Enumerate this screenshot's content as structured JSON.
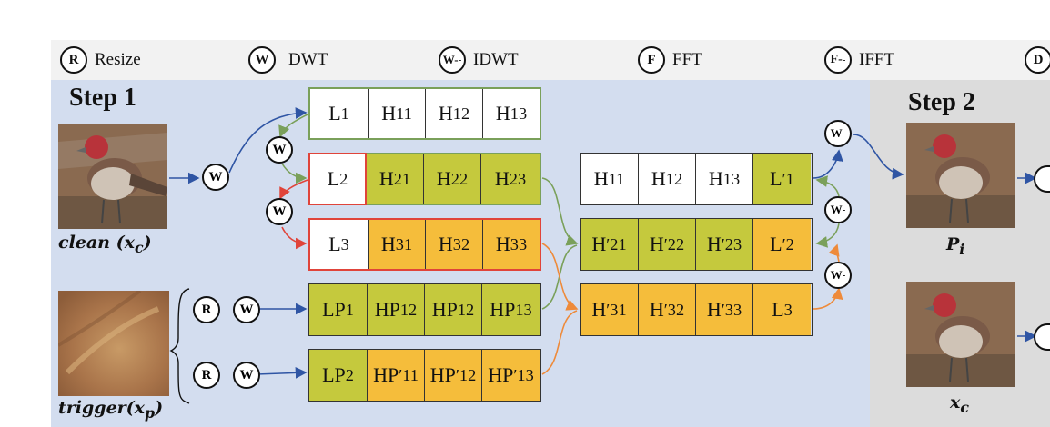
{
  "legend": [
    {
      "symbol": "R",
      "label": "Resize"
    },
    {
      "symbol": "W",
      "label": "DWT"
    },
    {
      "symbol": "W-",
      "label": "IDWT"
    },
    {
      "symbol": "F",
      "label": "FFT"
    },
    {
      "symbol": "F-",
      "label": "IFFT"
    },
    {
      "symbol": "D",
      "label": ""
    }
  ],
  "step1": {
    "title": "Step  1"
  },
  "step2": {
    "title": "Step  2"
  },
  "captions": {
    "clean": "clean (x",
    "clean_sub": "c",
    "clean_end": ")",
    "trigger": "trigger(x",
    "trigger_sub": "p",
    "trigger_end": ")",
    "p_main": "P",
    "p_sub": "i",
    "xc_main": "x",
    "xc_sub": "c"
  },
  "rows": {
    "l1": [
      "L",
      "1",
      "H",
      "11",
      "H",
      "12",
      "H",
      "13"
    ],
    "l2": [
      "L",
      "2",
      "H",
      "21",
      "H",
      "22",
      "H",
      "23"
    ],
    "l3": [
      "L",
      "3",
      "H",
      "31",
      "H",
      "32",
      "H",
      "33"
    ],
    "lp1": [
      "LP",
      "1",
      "HP",
      "12",
      "HP",
      "12",
      "HP",
      "13"
    ],
    "lp2": [
      "LP",
      "2",
      "HP",
      "′11",
      "HP",
      "′12",
      "HP",
      "′13"
    ],
    "m1": [
      "H",
      "11",
      "H",
      "12",
      "H",
      "13",
      "L",
      "′1"
    ],
    "m2": [
      "H",
      "′21",
      "H",
      "′22",
      "H",
      "′23",
      "L",
      "′2"
    ],
    "m3": [
      "H",
      "′31",
      "H",
      "′32",
      "H",
      "′33",
      "L",
      "3"
    ]
  },
  "nodes": {
    "W": "W",
    "R": "R",
    "W_inv": "W"
  },
  "colors": {
    "green_fill": "#c5c93d",
    "orange_fill": "#f5bd3b",
    "green_border": "#7aa05a",
    "red_border": "#e0443a",
    "blue_arrow": "#2f55a4",
    "orange_arrow": "#ee8a3a",
    "step1_bg": "#d3ddef",
    "step2_bg": "#dcdcdc"
  }
}
